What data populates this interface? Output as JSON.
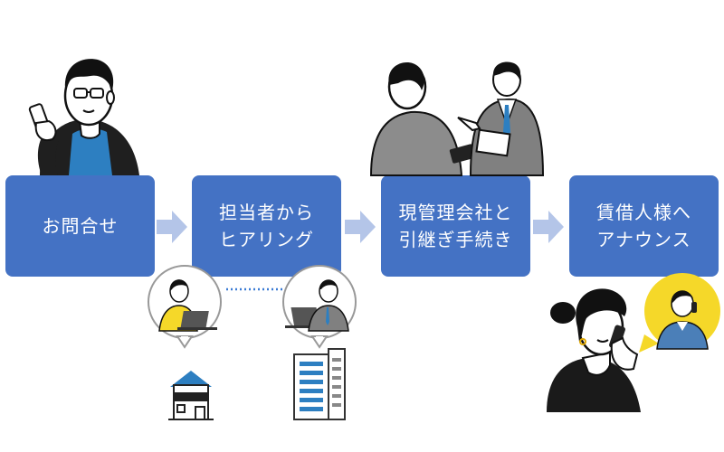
{
  "steps": [
    {
      "line1": "お問合せ",
      "line2": ""
    },
    {
      "line1": "担当者から",
      "line2": "ヒアリング"
    },
    {
      "line1": "現管理会社と",
      "line2": "引継ぎ手続き"
    },
    {
      "line1": "賃借人様へ",
      "line2": "アナウンス"
    }
  ],
  "colors": {
    "step_box": "#4472c4",
    "arrow": "#b4c5e8",
    "dotted_link": "#3a7bd5",
    "speech_bubble_yellow": "#f5d829"
  },
  "icons": [
    "man-with-phone-illustration",
    "business-meeting-illustration",
    "online-call-bubble-woman",
    "online-call-bubble-man",
    "house-icon",
    "office-building-icon",
    "woman-on-phone-illustration",
    "operator-bubble-illustration"
  ]
}
